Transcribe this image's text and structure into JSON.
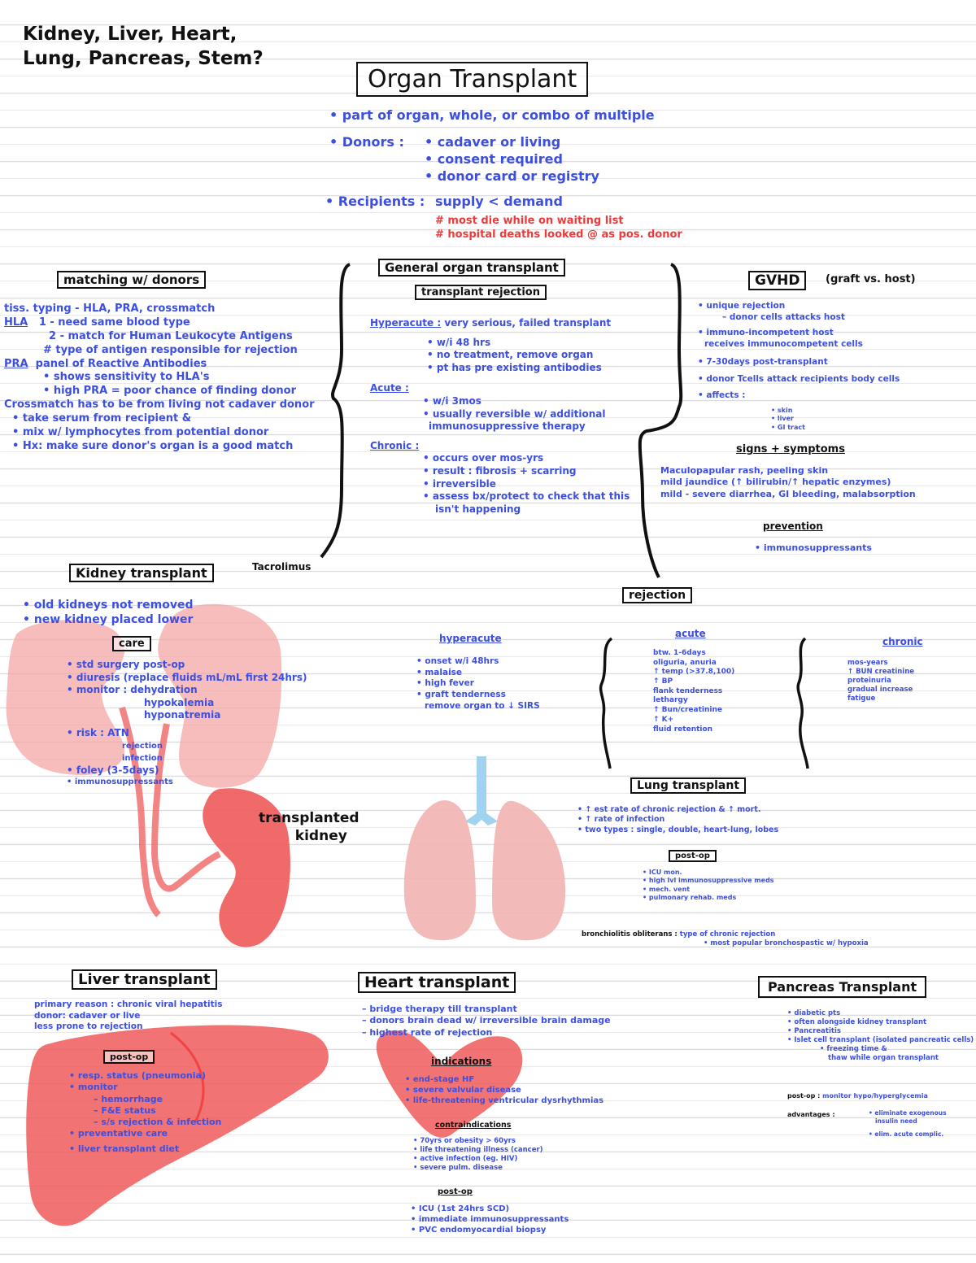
{
  "topleft": {
    "line1": "Kidney, Liver, Heart,",
    "line2": "Lung, Pancreas, Stem?"
  },
  "title": "Organ Transplant",
  "intro": {
    "l1": "• part of organ, whole, or combo of multiple",
    "donors_label": "• Donors :",
    "d1": "• cadaver or living",
    "d2": "• consent required",
    "d3": "• donor card or registry",
    "recipients_label": "• Recipients :",
    "r1": "supply < demand",
    "r2": "# most die while on waiting list",
    "r3": "# hospital deaths looked @ as pos. donor"
  },
  "matching": {
    "title": "matching w/ donors",
    "l1": "tiss. typing - HLA, PRA, crossmatch",
    "hla_label": "HLA",
    "l2": "1 - need same blood type",
    "l3": "2 - match for Human Leukocyte Antigens",
    "l4": "# type of antigen responsible for rejection",
    "pra_label": "PRA",
    "l5": "panel of Reactive Antibodies",
    "l6": "• shows sensitivity to HLA's",
    "l7": "• high PRA = poor chance of finding donor",
    "l8": "Crossmatch has to be from living not cadaver donor",
    "l9": "• take serum from recipient &",
    "l10": "• mix w/ lymphocytes from potential donor",
    "l11": "• Hx: make sure donor's organ is a good match"
  },
  "general": {
    "title": "General organ transplant",
    "subtitle": "transplant rejection",
    "hyper_label": "Hyperacute :",
    "hyper_text": "very serious, failed transplant",
    "h1": "• w/i 48 hrs",
    "h2": "• no treatment, remove organ",
    "h3": "• pt has pre existing antibodies",
    "acute_label": "Acute :",
    "a1": "• w/i 3mos",
    "a2": "• usually reversible w/ additional",
    "a3": "immunosuppressive therapy",
    "chronic_label": "Chronic :",
    "c1": "• occurs over mos-yrs",
    "c2": "• result : fibrosis + scarring",
    "c3": "• irreversible",
    "c4": "• assess bx/protect to check that this",
    "c5": "isn't happening",
    "tacro": "Tacrolimus"
  },
  "gvhd": {
    "title": "GVHD",
    "subtitle": "(graft vs. host)",
    "g1": "• unique rejection",
    "g2": "– donor cells attacks host",
    "g3": "• immuno-incompetent host",
    "g4": "receives immunocompetent cells",
    "g5": "• 7-30days post-transplant",
    "g6": "• donor Tcells attack recipients body cells",
    "g7": "• affects :",
    "g8": "• skin",
    "g9": "• liver",
    "g10": "• GI tract",
    "signs_title": "signs + symptoms",
    "s1": "Maculopapular rash, peeling skin",
    "s2": "mild jaundice (↑ bilirubin/↑ hepatic enzymes)",
    "s3": "mild - severe diarrhea, GI bleeding, malabsorption",
    "prev_title": "prevention",
    "p1": "• immunosuppressants"
  },
  "kidney": {
    "title": "Kidney transplant",
    "k1": "• old kidneys not removed",
    "k2": "• new kidney placed lower",
    "care_title": "care",
    "c1": "• std surgery post-op",
    "c2": "• diuresis (replace fluids mL/mL first 24hrs)",
    "c3": "• monitor : dehydration",
    "c4": "hypokalemia",
    "c5": "hyponatremia",
    "c6": "• risk : ATN",
    "c7": "rejection",
    "c8": "infection",
    "c9": "• foley (3-5days)",
    "c10": "• immunosuppressants",
    "label_transplanted": "transplanted",
    "label_kidney": "kidney"
  },
  "rejection": {
    "title": "rejection",
    "hyper_title": "hyperacute",
    "h1": "• onset w/i 48hrs",
    "h2": "• malaise",
    "h3": "• high fever",
    "h4": "• graft tenderness",
    "h5": "remove organ to ↓ SIRS",
    "acute_title": "acute",
    "a1": "btw. 1-6days",
    "a2": "oliguria, anuria",
    "a3": "↑ temp (>37.8,100)",
    "a4": "↑ BP",
    "a5": "flank tenderness",
    "a6": "lethargy",
    "a7": "↑ Bun/creatinine",
    "a8": "↑ K+",
    "a9": "fluid retention",
    "chronic_title": "chronic",
    "ch1": "mos-years",
    "ch2": "↑ BUN creatinine",
    "ch3": "proteinuria",
    "ch4": "gradual increase",
    "ch5": "fatigue"
  },
  "lung": {
    "title": "Lung transplant",
    "l1": "• ↑ est rate of chronic rejection & ↑ mort.",
    "l2": "• ↑ rate of infection",
    "l3": "• two types : single, double, heart-lung, lobes",
    "postop_title": "post-op",
    "p1": "• ICU mon.",
    "p2": "• high lvl immunosuppressive meds",
    "p3": "• mech. vent",
    "p4": "• pulmonary rehab. meds",
    "bron_label": "bronchiolitis obliterans :",
    "b1": "type of chronic rejection",
    "b2": "• most popular bronchospastic w/ hypoxia"
  },
  "liver": {
    "title": "Liver transplant",
    "l1": "primary reason : chronic viral hepatitis",
    "l2": "donor: cadaver or live",
    "l3": "less prone to rejection",
    "postop_title": "post-op",
    "p1": "• resp. status (pneumonia)",
    "p2": "• monitor",
    "p3": "– hemorrhage",
    "p4": "– F&E status",
    "p5": "– s/s rejection & infection",
    "p6": "• preventative care",
    "p7": "• liver transplant diet"
  },
  "heart": {
    "title": "Heart transplant",
    "h1": "– bridge therapy till transplant",
    "h2": "– donors brain dead w/ irreversible brain damage",
    "h3": "– highest rate of rejection",
    "ind_title": "indications",
    "i1": "• end-stage HF",
    "i2": "• severe valvular disease",
    "i3": "• life-threatening ventricular dysrhythmias",
    "contra_title": "contraindications",
    "ct1": "• 70yrs or obesity > 60yrs",
    "ct2": "• life threatening illness (cancer)",
    "ct3": "• active infection (eg. HIV)",
    "ct4": "• severe pulm. disease",
    "postop_title": "post-op",
    "po1": "• ICU (1st 24hrs SCD)",
    "po2": "• immediate immunosuppressants",
    "po3": "• PVC endomyocardial biopsy"
  },
  "pancreas": {
    "title": "Pancreas Transplant",
    "p1": "• diabetic pts",
    "p2": "• often alongside kidney transplant",
    "p3": "• Pancreatitis",
    "p4": "• Islet cell transplant (isolated pancreatic cells)",
    "p5": "• freezing time &",
    "p6": "thaw while organ transplant",
    "postop_label": "post-op :",
    "po1": "monitor hypo/hyperglycemia",
    "adv_label": "advantages :",
    "ad1": "• eliminate exogenous",
    "ad2": "insulin need",
    "ad3": "• elim. acute complic."
  }
}
